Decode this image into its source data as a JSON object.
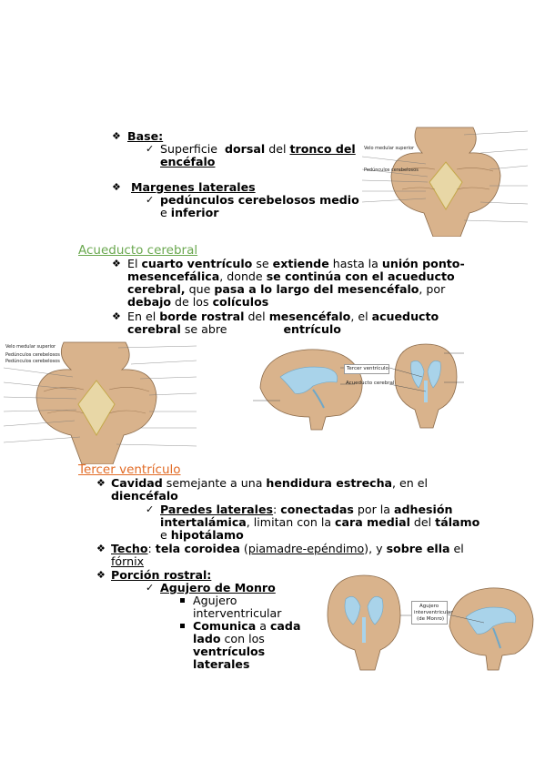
{
  "base": {
    "label": "Base:",
    "l1_a": "Superficie",
    "l1_b": "dorsal",
    "l1_c": "del",
    "l1_d": "tronco del",
    "l2": "encéfalo"
  },
  "margenes": {
    "label": "Margenes laterales",
    "l1": "pedúnculos cerebelosos medio",
    "l2_a": "e",
    "l2_b": "inferior"
  },
  "fig1": {
    "label_main": "Velo medular superior",
    "label_left": "Pedúnculos cerebelosos"
  },
  "acueducto": {
    "title": "Acueducto cerebral",
    "p1_l1": [
      "El ",
      "cuarto ventrículo",
      " se ",
      "extiende",
      " hasta la ",
      "unión ponto-"
    ],
    "p1_l2": [
      "mesencefálica",
      ", donde ",
      "se continúa con el acueducto"
    ],
    "p1_l3": [
      "cerebral,",
      " que ",
      "pasa a lo largo del mesencéfalo",
      ", por"
    ],
    "p1_l4": [
      "debajo",
      " de los ",
      "colículos"
    ],
    "p2_l1": [
      "En el ",
      "borde rostral",
      " del ",
      "mesencéfalo",
      ", el ",
      "acueducto"
    ],
    "p2_l2": [
      "cerebral",
      " se abre ",
      "entrículo"
    ]
  },
  "fig2": {
    "label_tl1": "Velo medular superior",
    "label_tl2": "Pedúnculos cerebelosos",
    "label_tl3": "Pedúnculos cerebelosos"
  },
  "fig3": {
    "label1": "Tercer ventrículo",
    "label2": "Acueducto cerebral"
  },
  "tercer": {
    "title": "Tercer ventrículo",
    "cav_l1": [
      "Cavidad",
      " semejante a una ",
      "hendidura estrecha",
      ", en el"
    ],
    "cav_l2": "diencéfalo",
    "par_l1": [
      "Paredes laterales",
      ": ",
      "conectadas",
      " por la ",
      "adhesión"
    ],
    "par_l2": [
      "intertalámica",
      ", limitan con la ",
      "cara medial",
      " del ",
      "tálamo"
    ],
    "par_l3": [
      "e ",
      "hipotálamo"
    ],
    "techo_l1": [
      "Techo",
      ": ",
      "tela coroidea",
      " (",
      "piamadre-epéndimo",
      "), y ",
      "sobre ella",
      " el"
    ],
    "techo_l2": "fórnix",
    "porcion": "Porción rostral:",
    "monro": "Agujero de Monro",
    "agujero_l1": "Agujero",
    "agujero_l2": "interventricular",
    "comunica_l1": [
      "Comunica",
      " a ",
      "cada"
    ],
    "comunica_l2": [
      "lado",
      " con los"
    ],
    "comunica_l3": "ventrículos",
    "comunica_l4": "laterales"
  },
  "fig4": {
    "label1": "Agujero",
    "label2": "interventricular",
    "label3": "(de Monro)"
  },
  "colors": {
    "green": "#6aa84f",
    "orange": "#e26b26",
    "brain_tan": "#d9b38c",
    "ventricle_blue": "#a9d3ea"
  }
}
